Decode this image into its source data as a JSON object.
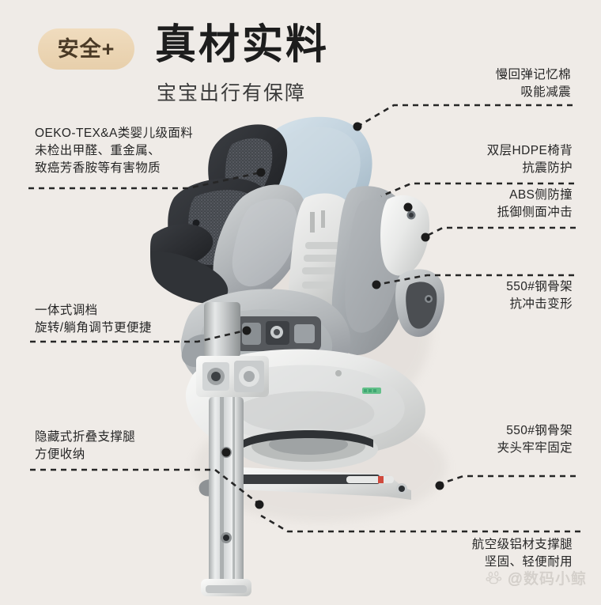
{
  "header": {
    "badge": "安全+",
    "title": "真材实料",
    "subtitle": "宝宝出行有保障",
    "badge_color": "#e7cfab",
    "badge_text_color": "#4a3a26",
    "title_color": "#1d1d1d"
  },
  "background_color": "#efebe7",
  "leader_line_color": "#262626",
  "callouts": [
    {
      "id": "fabric",
      "side": "left",
      "lines": [
        "OEKO-TEX&A类婴儿级面料",
        "未检出甲醛、重金属、",
        "致癌芳香胺等有害物质"
      ]
    },
    {
      "id": "memory-foam",
      "side": "right",
      "lines": [
        "慢回弹记忆棉",
        "吸能减震"
      ]
    },
    {
      "id": "hdpe-backrest",
      "side": "right",
      "lines": [
        "双层HDPE椅背",
        "抗震防护"
      ]
    },
    {
      "id": "abs-side-impact",
      "side": "right",
      "lines": [
        "ABS侧防撞",
        "抵御侧面冲击"
      ]
    },
    {
      "id": "steel-frame-550",
      "side": "right",
      "lines": [
        "550#钢骨架",
        "抗冲击变形"
      ]
    },
    {
      "id": "one-piece-adjust",
      "side": "left",
      "lines": [
        "一体式调档",
        "旋转/躺角调节更便捷"
      ]
    },
    {
      "id": "hidden-support-leg",
      "side": "left",
      "lines": [
        "隐藏式折叠支撑腿",
        "方便收纳"
      ]
    },
    {
      "id": "steel-frame-clamp",
      "side": "right",
      "lines": [
        "550#钢骨架",
        "夹头牢牢固定"
      ]
    },
    {
      "id": "aluminum-leg",
      "side": "right",
      "lines": [
        "航空级铝材支撑腿",
        "坚固、轻便耐用"
      ]
    }
  ],
  "watermark": {
    "logo": "baidu-paw-icon",
    "text": "@数码小鲸"
  },
  "product": {
    "name": "child-car-seat-exploded-view",
    "colors": {
      "headrest_dark": "#2e3034",
      "fabric_mesh": "#4a4d52",
      "shell_light_blue": "#c3d2dc",
      "shell_gray": "#9ea3a7",
      "shell_midgray": "#babec1",
      "base_white": "#e6e7e6",
      "metal": "#cfd2d3",
      "indicator_green": "#64c08a"
    }
  }
}
